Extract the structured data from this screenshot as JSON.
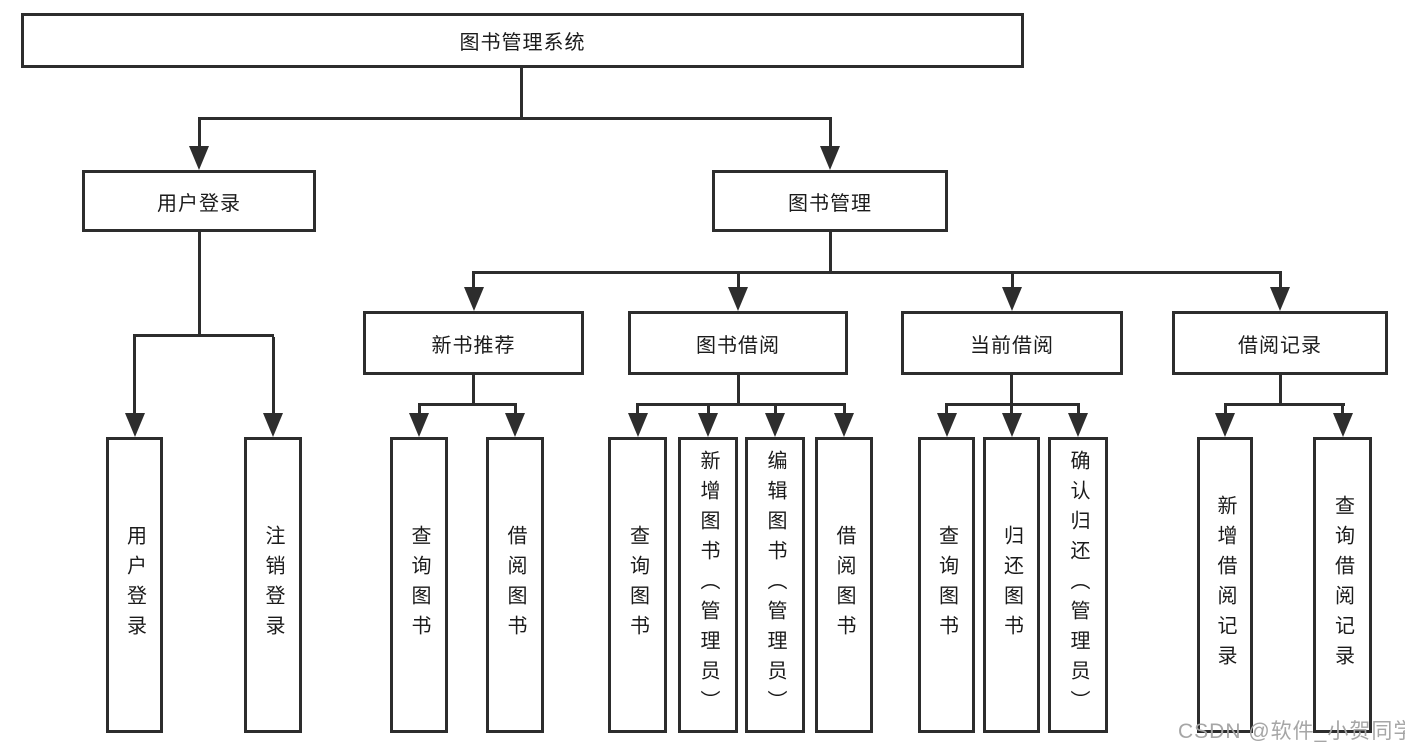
{
  "diagram": {
    "title": "图书管理系统",
    "nodes": {
      "root": "图书管理系统",
      "user_login": "用户登录",
      "book_mgmt": "图书管理",
      "new_books": "新书推荐",
      "book_borrow": "图书借阅",
      "current_borrow": "当前借阅",
      "borrow_records": "借阅记录",
      "leaf_user_login": "用户登录",
      "leaf_logout": "注销登录",
      "leaf_nb_query": "查询图书",
      "leaf_nb_borrow": "借阅图书",
      "leaf_bb_query": "查询图书",
      "leaf_bb_add": "新增图书（管理员）",
      "leaf_bb_edit": "编辑图书（管理员）",
      "leaf_bb_borrow": "借阅图书",
      "leaf_cb_query": "查询图书",
      "leaf_cb_return": "归还图书",
      "leaf_cb_confirm": "确认归还（管理员）",
      "leaf_br_add": "新增借阅记录",
      "leaf_br_query": "查询借阅记录"
    },
    "watermark": "CSDN @软件_小贺同学",
    "colors": {
      "line": "#2d2d2d",
      "text": "#1b1b1b",
      "background": "#ffffff",
      "watermark": "#a6a6a6"
    }
  }
}
